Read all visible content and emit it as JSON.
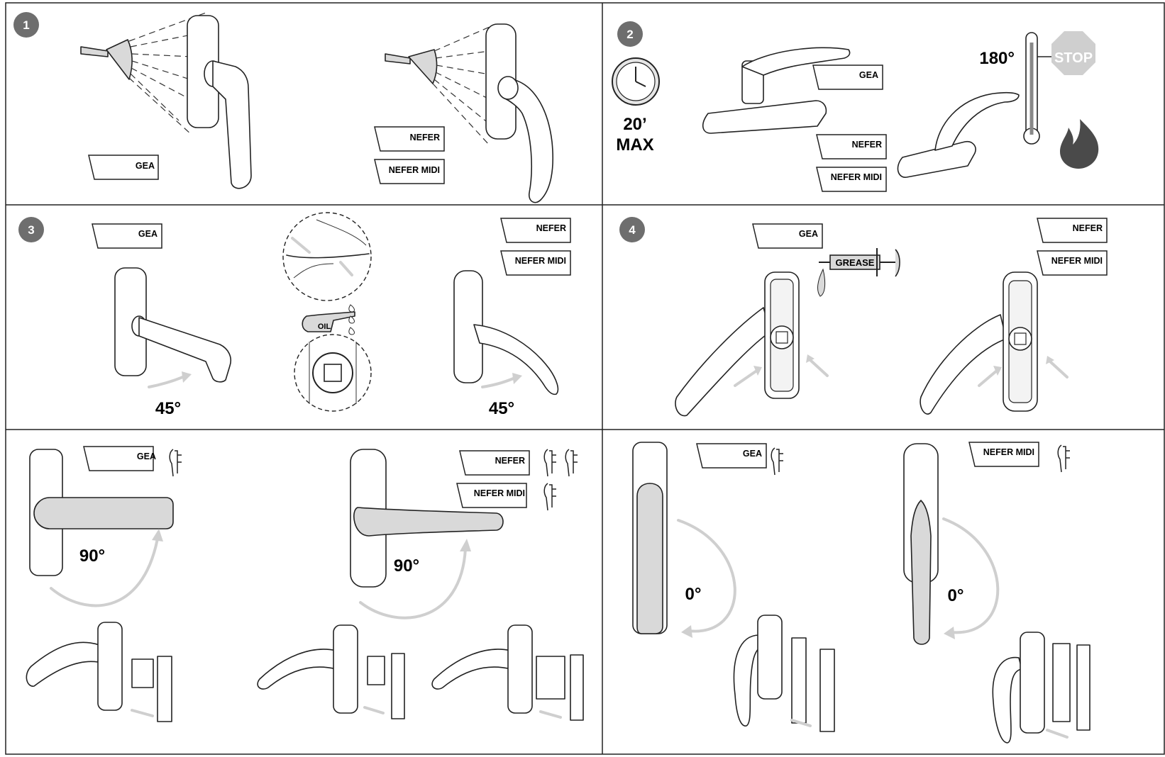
{
  "steps": [
    {
      "number": "1"
    },
    {
      "number": "2"
    },
    {
      "number": "3"
    },
    {
      "number": "4"
    }
  ],
  "labels": {
    "gea": "GEA",
    "nefer": "NEFER",
    "nefer_midi": "NEFER MIDI"
  },
  "step2": {
    "time_value": "20’",
    "time_max": "MAX",
    "temperature": "180°",
    "stop_sign": "STOP"
  },
  "step3": {
    "oil": "OIL",
    "angle_left": "45°",
    "angle_right": "45°"
  },
  "step4": {
    "grease": "GREASE"
  },
  "angles": {
    "gea_open": "90°",
    "nefer_open": "90°",
    "gea_closed": "0°",
    "nefer_midi_closed": "0°"
  },
  "colors": {
    "badge": "#6e6e6e",
    "handle_fill": "#d9d9d9",
    "arrow": "#cfcfcf",
    "stop_sign": "#cfcfcf",
    "flame": "#4a4a4a"
  },
  "icons": [
    "spray-nozzle-icon",
    "clock-icon",
    "thermometer-icon",
    "stop-sign-icon",
    "flame-icon",
    "oil-can-icon",
    "grease-syringe-icon",
    "hinge-icon"
  ]
}
